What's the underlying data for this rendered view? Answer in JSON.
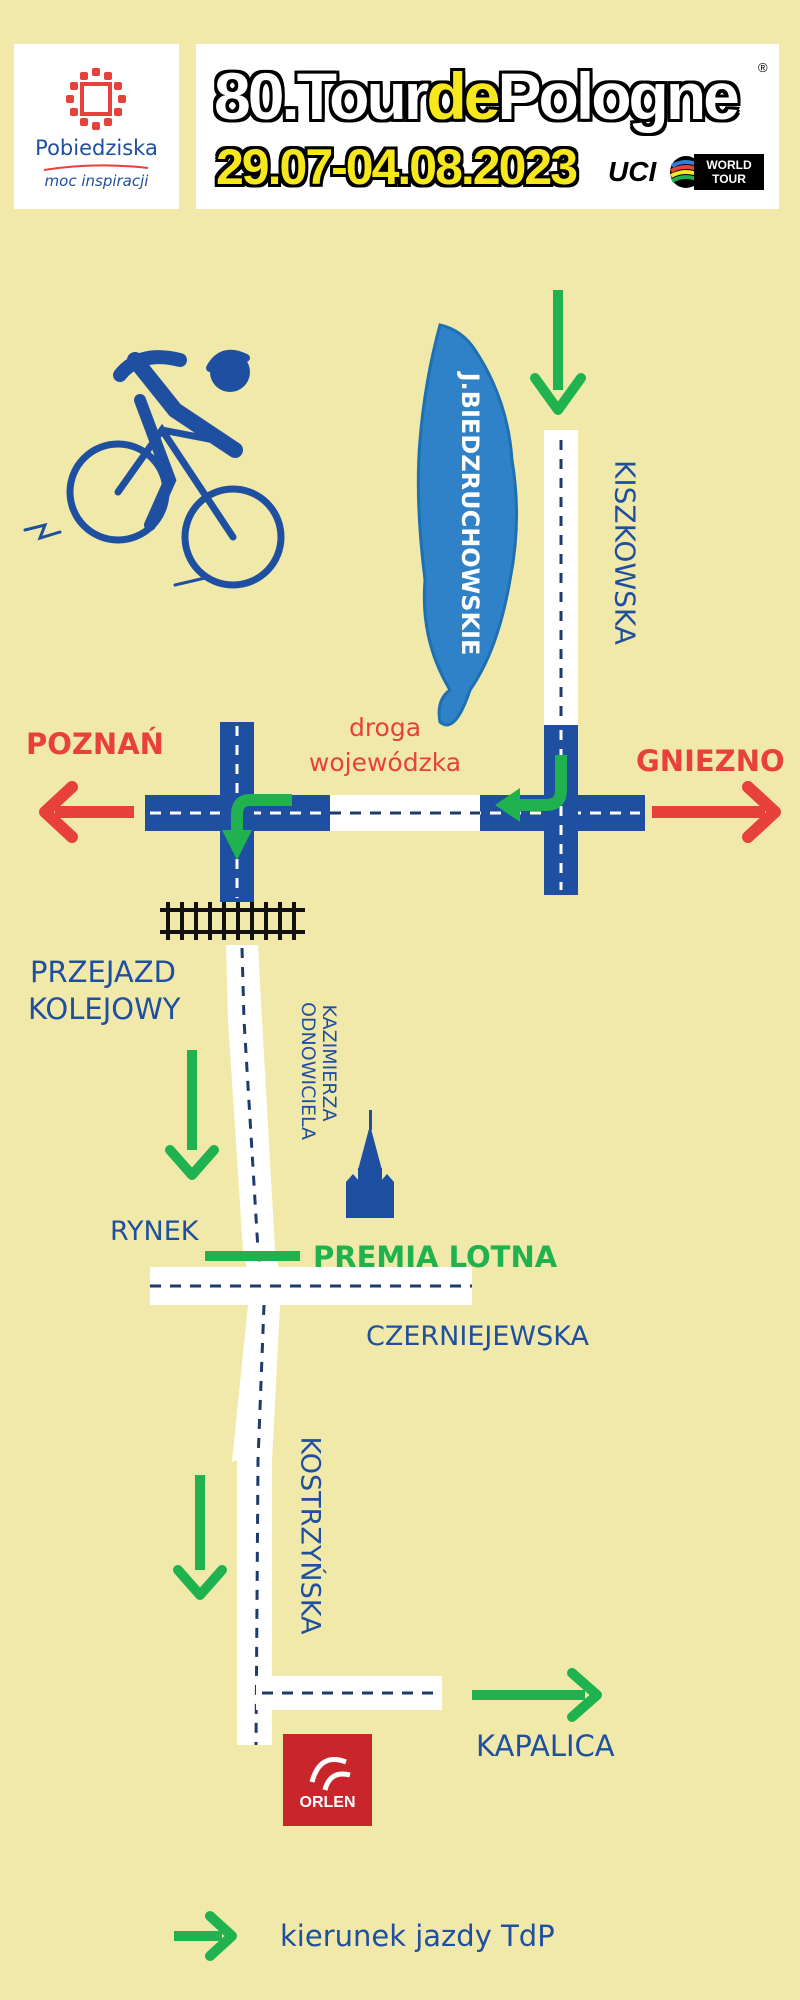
{
  "header": {
    "logo_name": "Pobiedziska",
    "logo_slogan": "moc inspiracji",
    "title_prefix": "80.Tour",
    "title_de": "de",
    "title_suffix": "Pologne",
    "registered_mark": "®",
    "dates": "29.07-04.08.2023",
    "uci_label": "UCI",
    "world_tour_line1": "WORLD",
    "world_tour_line2": "TOUR"
  },
  "map": {
    "lake_name": "J.BIEDZRUCHOWSKIE",
    "street_kiszkowska": "KISZKOWSKA",
    "direction_poznan": "POZNAŃ",
    "direction_gniezno": "GNIEZNO",
    "road_type_line1": "droga",
    "road_type_line2": "wojewódzka",
    "railway_crossing_line1": "PRZEJAZD",
    "railway_crossing_line2": "KOLEJOWY",
    "street_kazimierza_line1": "KAZIMIERZA",
    "street_kazimierza_line2": "ODNOWICIELA",
    "square_rynek": "RYNEK",
    "sprint_premia": "PREMIA LOTNA",
    "street_czerniejewska": "CZERNIEJEWSKA",
    "street_kostrzynska": "KOSTRZYŃSKA",
    "destination_kapalica": "KAPALICA",
    "orlen_label": "ORLEN"
  },
  "legend": {
    "direction_label": "kierunek jazdy TdP"
  },
  "colors": {
    "background": "#f1e9a9",
    "route_blue": "#1f4fa0",
    "arrow_green": "#1fb24f",
    "arrow_red": "#e8413c",
    "orlen_red": "#c8262b"
  }
}
